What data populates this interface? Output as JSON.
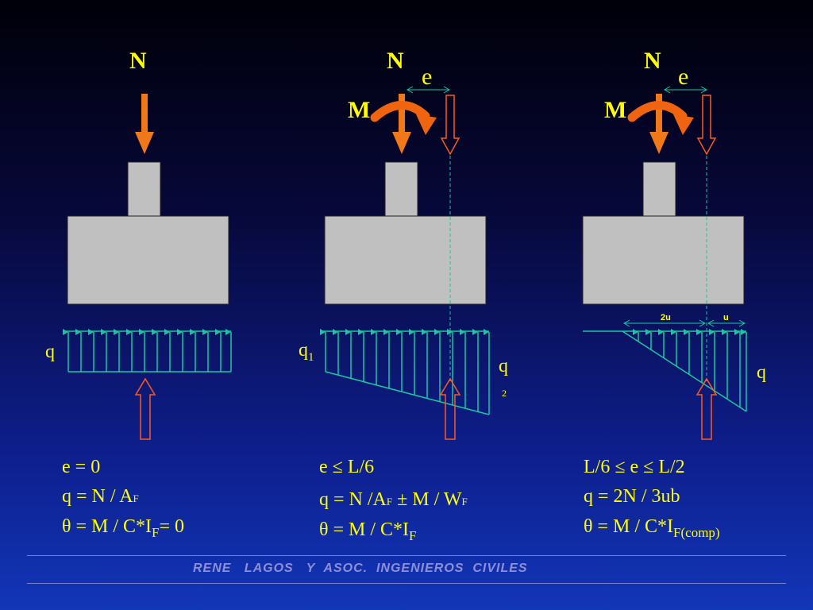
{
  "panels": [
    {
      "N": "N",
      "q": "q",
      "f1": "e = 0",
      "f2a": "q = N / A",
      "f2b": "F",
      "f3a": "θ  = M / C*I",
      "f3b": "F",
      "f3c": "= 0"
    },
    {
      "N": "N",
      "M": "M",
      "e": "e",
      "q1a": "q",
      "q1b": "1",
      "q2a": "q",
      "q2b": "2",
      "f1": "e ≤ L/6",
      "f2a": "q = N /A",
      "f2b": "F",
      "f2c": " ± M / W",
      "f2d": "F",
      "f3a": "θ  = M / C*I",
      "f3b": "F"
    },
    {
      "N": "N",
      "M": "M",
      "e": "e",
      "q": "q",
      "dim1": "2u",
      "dim2": "u",
      "f1": "L/6 ≤ e ≤ L/2",
      "f2": "q = 2N / 3ub",
      "f3a": "θ  = M / C*I",
      "f3b": "F(comp)"
    }
  ],
  "footer": "RENE   LAGOS   Y  ASOC.  INGENIEROS  CIVILES",
  "colors": {
    "footing": "#c0c0c0",
    "load_arrow": "#f07818",
    "moment": "#f06410",
    "reaction_outline": "#ff5a1e",
    "pressure": "#18c8a0",
    "text": "#ffff00"
  }
}
